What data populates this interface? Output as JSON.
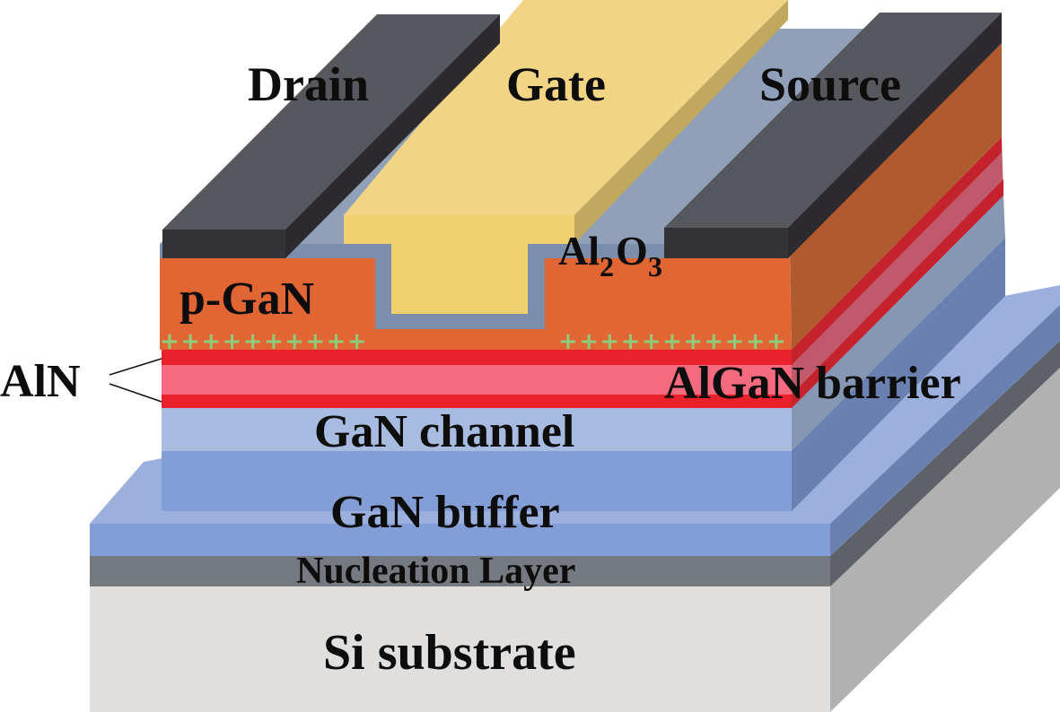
{
  "figure": {
    "title": "p-GaN gate AlGaN/GaN HEMT cross-section",
    "labels": {
      "drain": "Drain",
      "gate": "Gate",
      "source": "Source",
      "oxide_main": "Al",
      "oxide_sub1": "2",
      "oxide_mid": "O",
      "oxide_sub2": "3",
      "p_gan": "p-GaN",
      "aln": "AlN",
      "algan_barrier": "AlGaN barrier",
      "gan_channel": "GaN channel",
      "gan_buffer": "GaN buffer",
      "nucleation": "Nucleation Layer",
      "substrate": "Si substrate"
    },
    "charge_markers": {
      "symbol": "+",
      "left_count": 10,
      "right_count": 11
    },
    "layers": [
      {
        "name": "Si substrate",
        "color": "#e0dfde"
      },
      {
        "name": "Nucleation Layer",
        "color": "#757980"
      },
      {
        "name": "GaN buffer",
        "color": "#839ed6"
      },
      {
        "name": "GaN channel",
        "color": "#a8bce2"
      },
      {
        "name": "AlN (lower)",
        "color": "#ea202b"
      },
      {
        "name": "AlGaN barrier",
        "color": "#f46a7e"
      },
      {
        "name": "AlN (upper)",
        "color": "#ea202b"
      },
      {
        "name": "p-GaN",
        "color": "#e16634"
      },
      {
        "name": "Al2O3",
        "color": "#7b8eab"
      },
      {
        "name": "Gate metal",
        "color": "#f0cf6c"
      },
      {
        "name": "Drain/Source metal",
        "color": "#333236"
      }
    ]
  }
}
